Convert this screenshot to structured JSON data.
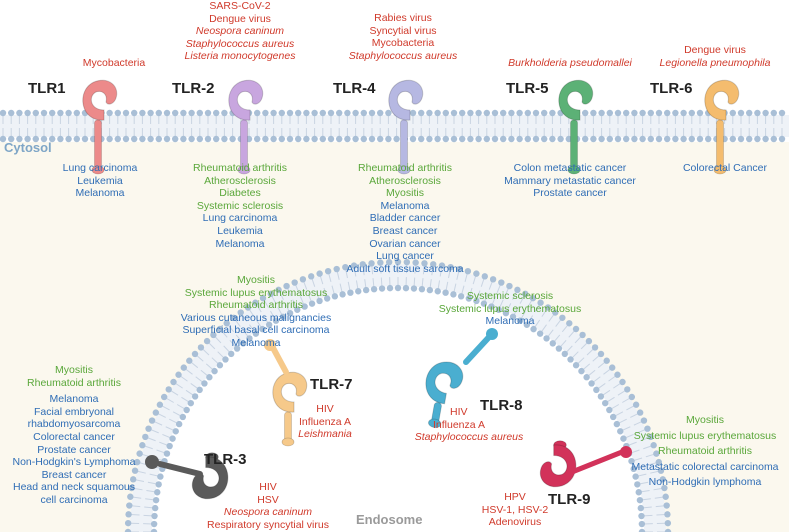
{
  "regions": {
    "cytosol": "Cytosol",
    "endosome": "Endosome"
  },
  "colors": {
    "tlr1": "#ec8a8a",
    "tlr2": "#c8a6df",
    "tlr4": "#b6b8e2",
    "tlr5": "#5cb176",
    "tlr6": "#f4bc6e",
    "tlr7": "#f6c98a",
    "tlr8": "#4aaed0",
    "tlr3": "#5a5a5a",
    "tlr9": "#d2325a",
    "membrane": "#a9bfd6",
    "pathogen": "#d03a2b",
    "autoimmune": "#5aa73a",
    "cancer": "#2f6db5"
  },
  "receptors": [
    {
      "id": "tlr1",
      "name": "TLR1",
      "pathogens": [
        "Mycobacteria"
      ],
      "pathogens_italic": [
        false
      ],
      "autoimmune": [],
      "cancers": [
        "Lung carcinoma",
        "Leukemia",
        "Melanoma"
      ]
    },
    {
      "id": "tlr2",
      "name": "TLR-2",
      "pathogens": [
        "SARS-CoV-2",
        "Dengue virus",
        "Neospora caninum",
        "Staphylococcus aureus",
        "Listeria monocytogenes"
      ],
      "pathogens_italic": [
        false,
        false,
        true,
        true,
        true
      ],
      "autoimmune": [
        "Rheumatoid arthritis",
        "Atherosclerosis",
        "Diabetes",
        "Systemic sclerosis"
      ],
      "cancers": [
        "Lung carcinoma",
        "Leukemia",
        "Melanoma"
      ]
    },
    {
      "id": "tlr4",
      "name": "TLR-4",
      "pathogens": [
        "Rabies virus",
        "Syncytial virus",
        "Mycobacteria",
        "Staphylococcus aureus"
      ],
      "pathogens_italic": [
        false,
        false,
        false,
        true
      ],
      "autoimmune": [
        "Rheumatoid arthritis",
        "Atherosclerosis",
        "Myositis"
      ],
      "cancers": [
        "Melanoma",
        "Bladder cancer",
        "Breast  cancer",
        "Ovarian cancer",
        "Lung cancer",
        "Adult soft tissue sarcoma"
      ]
    },
    {
      "id": "tlr5",
      "name": "TLR-5",
      "pathogens": [
        "Burkholderia pseudomallei"
      ],
      "pathogens_italic": [
        true
      ],
      "autoimmune": [],
      "cancers": [
        "Colon metastatic cancer",
        "Mammary metastatic cancer",
        "Prostate cancer"
      ]
    },
    {
      "id": "tlr6",
      "name": "TLR-6",
      "pathogens": [
        "Dengue virus",
        "Legionella pneumophila"
      ],
      "pathogens_italic": [
        false,
        true
      ],
      "autoimmune": [],
      "cancers": [
        "Colorectal Cancer"
      ]
    },
    {
      "id": "tlr7",
      "name": "TLR-7",
      "pathogens": [
        "HIV",
        "Influenza A",
        "Leishmania"
      ],
      "pathogens_italic": [
        false,
        false,
        true
      ],
      "autoimmune": [
        "Myositis",
        "Systemic lupus erythematosus",
        "Rheumatoid arthritis"
      ],
      "cancers": [
        "Various cutaneous malignancies",
        "Superficial basal cell carcinoma",
        "Melanoma"
      ]
    },
    {
      "id": "tlr8",
      "name": "TLR-8",
      "pathogens": [
        "HIV",
        "Influenza A",
        "Staphylococcus aureus"
      ],
      "pathogens_italic": [
        false,
        false,
        true
      ],
      "autoimmune": [
        "Systemic sclerosis",
        "Systemic lupus erythematosus"
      ],
      "cancers": [
        "Melanoma"
      ]
    },
    {
      "id": "tlr3",
      "name": "TLR-3",
      "pathogens": [
        "HIV",
        "HSV",
        "Neospora caninum",
        "Respiratory syncytial virus"
      ],
      "pathogens_italic": [
        false,
        false,
        true,
        false
      ],
      "autoimmune": [
        "Myositis",
        "Rheumatoid arthritis"
      ],
      "cancers": [
        "Melanoma",
        "Facial embryonal",
        "rhabdomyosarcoma",
        "Colorectal cancer",
        "Prostate cancer",
        "Non-Hodgkin's Lymphoma",
        "Breast cancer",
        "Head and neck squamous",
        "cell carcinoma"
      ]
    },
    {
      "id": "tlr9",
      "name": "TLR-9",
      "pathogens": [
        "HPV",
        "HSV-1, HSV-2",
        "Adenovirus"
      ],
      "pathogens_italic": [
        false,
        false,
        false
      ],
      "autoimmune": [
        "Myositis",
        "Systemic lupus erythematosus",
        "Rheumatoid arthritis"
      ],
      "cancers": [
        "Metastatic colorectal carcinoma",
        "Non-Hodgkin lymphoma"
      ]
    }
  ]
}
